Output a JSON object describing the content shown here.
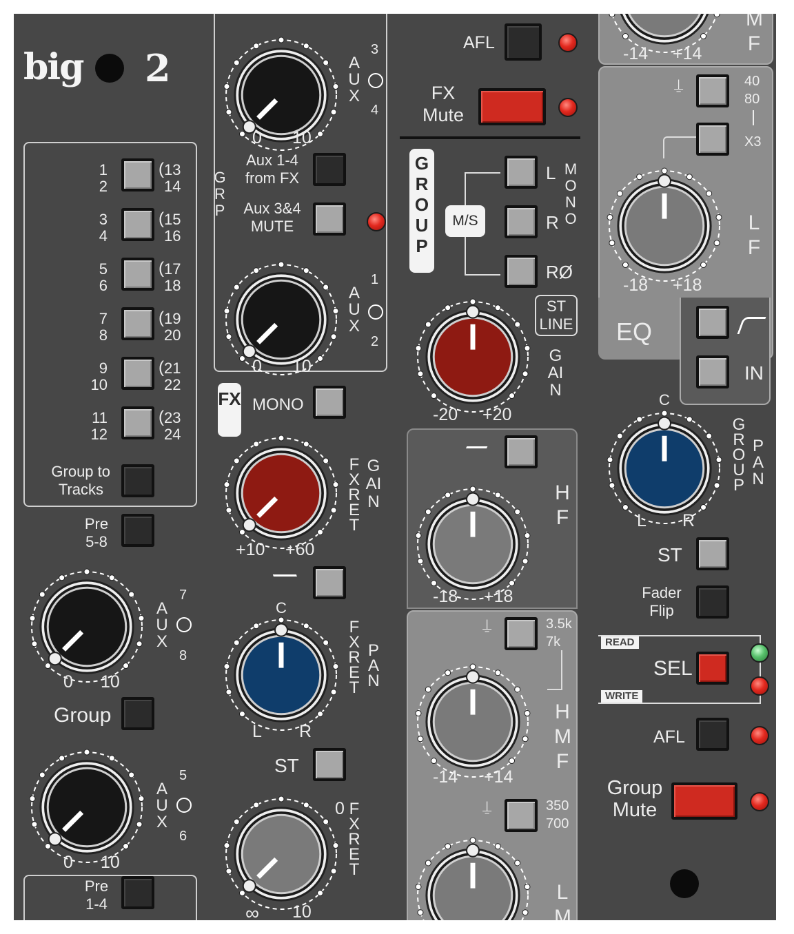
{
  "brand": {
    "logo_text": "big",
    "number": "2"
  },
  "group_panel": {
    "rows": [
      {
        "a": "1",
        "b": "2",
        "c": "13",
        "d": "14"
      },
      {
        "a": "3",
        "b": "4",
        "c": "15",
        "d": "16"
      },
      {
        "a": "5",
        "b": "6",
        "c": "17",
        "d": "18"
      },
      {
        "a": "7",
        "b": "8",
        "c": "19",
        "d": "20"
      },
      {
        "a": "9",
        "b": "10",
        "c": "21",
        "d": "22"
      },
      {
        "a": "11",
        "b": "12",
        "c": "23",
        "d": "24"
      }
    ],
    "group_to_tracks": [
      "Group to",
      "Tracks"
    ],
    "pre_5_8": [
      "Pre",
      "5-8"
    ],
    "grp": "GRP",
    "group": "Group",
    "pre_1_4": [
      "Pre",
      "1-4"
    ]
  },
  "aux_knobs": {
    "aux_label": "AUX",
    "min": "0",
    "max": "10",
    "aux34": {
      "top": "3",
      "bottom": "4"
    },
    "aux12": {
      "top": "1",
      "bottom": "2"
    },
    "aux78": {
      "top": "7",
      "bottom": "8"
    },
    "aux56": {
      "top": "5",
      "bottom": "6"
    }
  },
  "aux_buttons": {
    "aux14_fx": [
      "Aux 1-4",
      "from FX"
    ],
    "aux34_mute": [
      "Aux 3&4",
      "MUTE"
    ]
  },
  "fx": {
    "badge": "FX",
    "mono": "MONO",
    "gain_knob": {
      "min": "+10",
      "max": "+60",
      "label_a": "FX RET",
      "label_b": "GAIN"
    },
    "pan_knob": {
      "top": "C",
      "left": "L",
      "right": "R",
      "label_a": "FX RET",
      "label_b": "PAN"
    },
    "st": "ST",
    "level_knob": {
      "min": "∞",
      "max": "10",
      "zero": "0",
      "label": "FX RET"
    }
  },
  "center": {
    "afl": "AFL",
    "fx_mute": [
      "FX",
      "Mute"
    ],
    "group_badge": "GROUP",
    "ms_badge": "M/S",
    "l": "L",
    "r": "R",
    "rphase": "RØ",
    "mono": "MONO",
    "st_line": [
      "ST",
      "LINE"
    ],
    "gain_knob": {
      "min": "-20",
      "max": "+20",
      "label": "GAIN"
    },
    "hf": {
      "label": "HF",
      "min": "-18",
      "max": "+18"
    },
    "hmf": {
      "label": "HMF",
      "min": "-14",
      "max": "+14",
      "freq": [
        "3.5k",
        "7k"
      ]
    },
    "lmf": {
      "label": "LMF",
      "freq": [
        "350",
        "700"
      ]
    }
  },
  "right": {
    "mf": {
      "label": "MF",
      "min": "-14",
      "max": "+14"
    },
    "lf_freq": [
      "40",
      "80",
      "X3"
    ],
    "lf": {
      "label": "LF",
      "min": "-18",
      "max": "+18"
    },
    "eq": "EQ",
    "in": "IN",
    "group_pan": {
      "top": "C",
      "left": "L",
      "right": "R",
      "label_a": "GROUP",
      "label_b": "PAN"
    },
    "st": "ST",
    "fader_flip": [
      "Fader",
      "Flip"
    ],
    "read": "READ",
    "write": "WRITE",
    "sel": "SEL",
    "afl": "AFL",
    "group_mute": [
      "Group",
      "Mute"
    ]
  },
  "colors": {
    "panel": "#474747",
    "knob_black": "#161616",
    "knob_red": "#8e1a12",
    "knob_blue": "#0f3d6b",
    "knob_gray": "#7a7a7a",
    "led_red": "#e3291f",
    "led_green": "#57c06b"
  }
}
